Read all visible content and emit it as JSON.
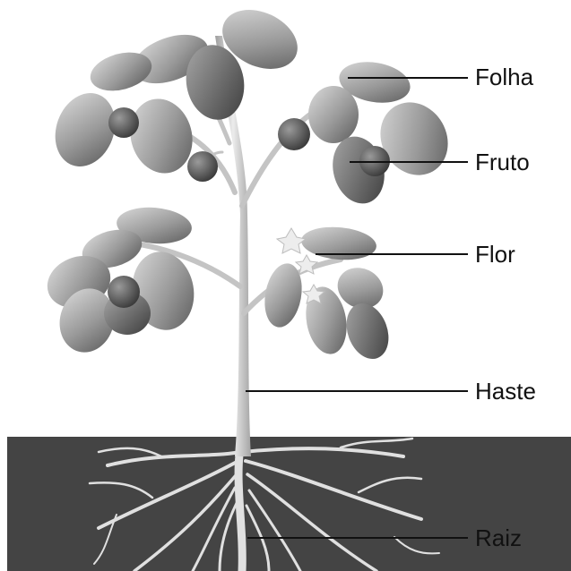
{
  "labels": {
    "folha": "Folha",
    "fruto": "Fruto",
    "flor": "Flor",
    "haste": "Haste",
    "raiz": "Raiz"
  },
  "colors": {
    "soil": "#444444",
    "leader_line": "#111111",
    "stem": "#d6d6d6",
    "fruit": "#595959",
    "root": "#e0e0e0"
  }
}
